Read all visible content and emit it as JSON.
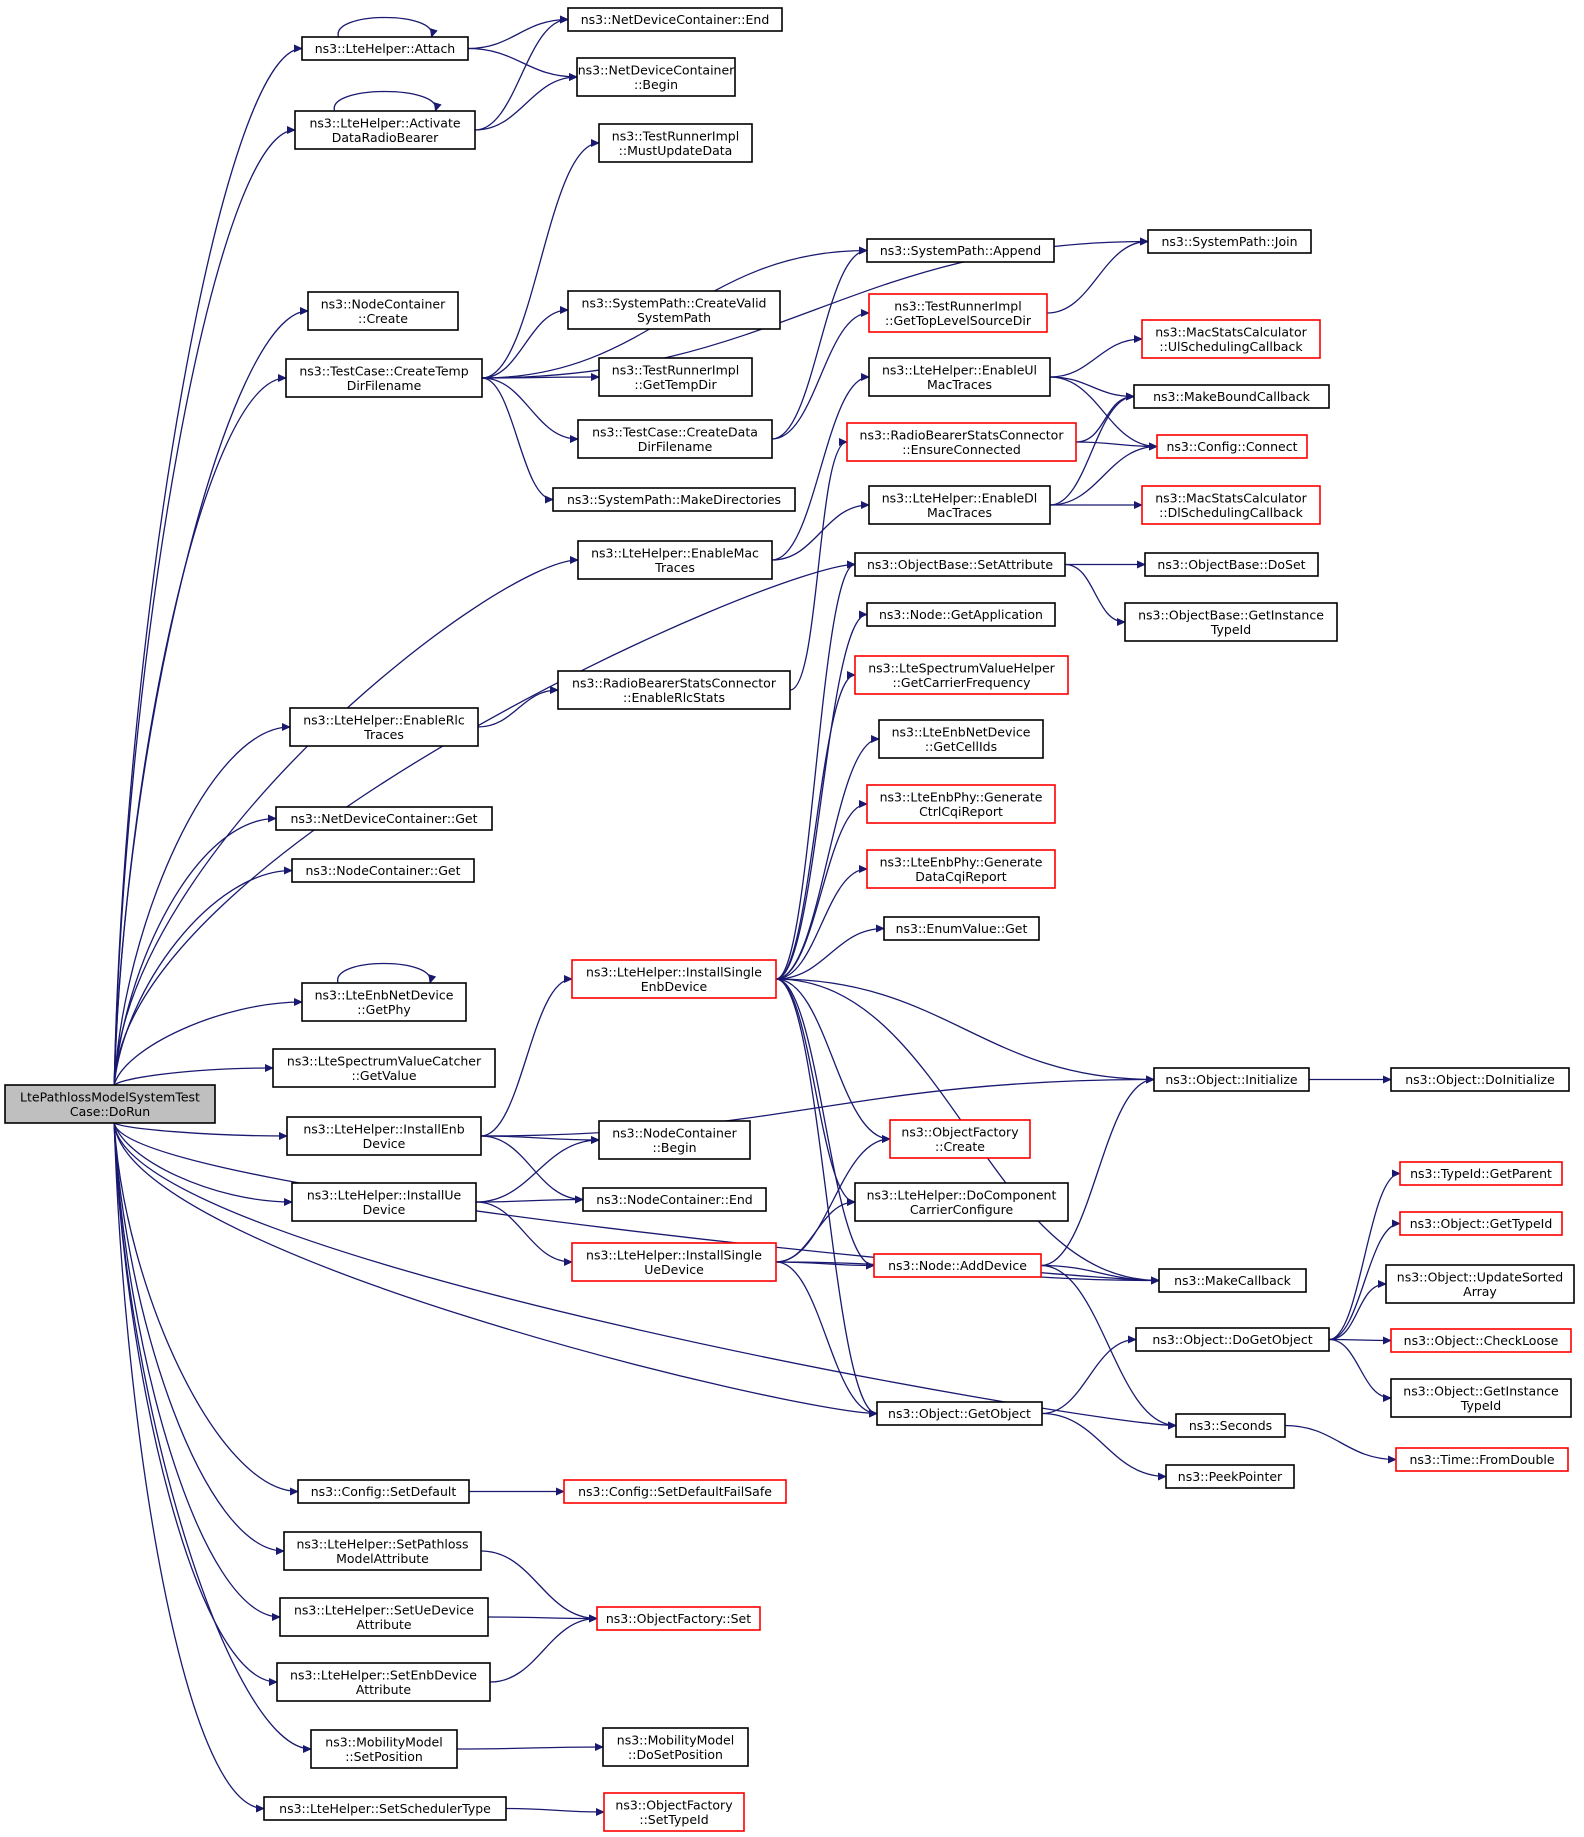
{
  "colors": {
    "edge": "#191970",
    "normal_border": "#000000",
    "partial_border": "#ff0000",
    "root_fill": "#bfbfbf"
  },
  "nodes": [
    {
      "id": "root",
      "lines": [
        "LtePathlossModelSystemTest",
        "Case::DoRun"
      ],
      "style": "root"
    },
    {
      "id": "attach",
      "lines": [
        "ns3::LteHelper::Attach"
      ],
      "style": "black"
    },
    {
      "id": "activate",
      "lines": [
        "ns3::LteHelper::Activate",
        "DataRadioBearer"
      ],
      "style": "black"
    },
    {
      "id": "ndc_end",
      "lines": [
        "ns3::NetDeviceContainer::End"
      ],
      "style": "black"
    },
    {
      "id": "ndc_begin",
      "lines": [
        "ns3::NetDeviceContainer",
        "::Begin"
      ],
      "style": "black"
    },
    {
      "id": "nc_create",
      "lines": [
        "ns3::NodeContainer",
        "::Create"
      ],
      "style": "black"
    },
    {
      "id": "createtemp",
      "lines": [
        "ns3::TestCase::CreateTemp",
        "DirFilename"
      ],
      "style": "black"
    },
    {
      "id": "mustupdate",
      "lines": [
        "ns3::TestRunnerImpl",
        "::MustUpdateData"
      ],
      "style": "black"
    },
    {
      "id": "sp_append",
      "lines": [
        "ns3::SystemPath::Append"
      ],
      "style": "black"
    },
    {
      "id": "sp_join",
      "lines": [
        "ns3::SystemPath::Join"
      ],
      "style": "black"
    },
    {
      "id": "sp_createvalid",
      "lines": [
        "ns3::SystemPath::CreateValid",
        "SystemPath"
      ],
      "style": "black"
    },
    {
      "id": "gettoplevel",
      "lines": [
        "ns3::TestRunnerImpl",
        "::GetTopLevelSourceDir"
      ],
      "style": "red"
    },
    {
      "id": "gettempdir",
      "lines": [
        "ns3::TestRunnerImpl",
        "::GetTempDir"
      ],
      "style": "black"
    },
    {
      "id": "createdata",
      "lines": [
        "ns3::TestCase::CreateData",
        "DirFilename"
      ],
      "style": "black"
    },
    {
      "id": "makedirs",
      "lines": [
        "ns3::SystemPath::MakeDirectories"
      ],
      "style": "black"
    },
    {
      "id": "enableul",
      "lines": [
        "ns3::LteHelper::EnableUl",
        "MacTraces"
      ],
      "style": "black"
    },
    {
      "id": "ulsched",
      "lines": [
        "ns3::MacStatsCalculator",
        "::UlSchedulingCallback"
      ],
      "style": "red"
    },
    {
      "id": "makebound",
      "lines": [
        "ns3::MakeBoundCallback"
      ],
      "style": "black"
    },
    {
      "id": "ensureconn",
      "lines": [
        "ns3::RadioBearerStatsConnector",
        "::EnsureConnected"
      ],
      "style": "red"
    },
    {
      "id": "cfg_connect",
      "lines": [
        "ns3::Config::Connect"
      ],
      "style": "red"
    },
    {
      "id": "enabledl",
      "lines": [
        "ns3::LteHelper::EnableDl",
        "MacTraces"
      ],
      "style": "black"
    },
    {
      "id": "dlsched",
      "lines": [
        "ns3::MacStatsCalculator",
        "::DlSchedulingCallback"
      ],
      "style": "red"
    },
    {
      "id": "enablemac",
      "lines": [
        "ns3::LteHelper::EnableMac",
        "Traces"
      ],
      "style": "black"
    },
    {
      "id": "setattr",
      "lines": [
        "ns3::ObjectBase::SetAttribute"
      ],
      "style": "black"
    },
    {
      "id": "doset",
      "lines": [
        "ns3::ObjectBase::DoSet"
      ],
      "style": "black"
    },
    {
      "id": "getinsttid_b",
      "lines": [
        "ns3::ObjectBase::GetInstance",
        "TypeId"
      ],
      "style": "black"
    },
    {
      "id": "getapp",
      "lines": [
        "ns3::Node::GetApplication"
      ],
      "style": "black"
    },
    {
      "id": "getcarrier",
      "lines": [
        "ns3::LteSpectrumValueHelper",
        "::GetCarrierFrequency"
      ],
      "style": "red"
    },
    {
      "id": "enablerlc",
      "lines": [
        "ns3::LteHelper::EnableRlc",
        "Traces"
      ],
      "style": "black"
    },
    {
      "id": "enablerlcstats",
      "lines": [
        "ns3::RadioBearerStatsConnector",
        "::EnableRlcStats"
      ],
      "style": "black"
    },
    {
      "id": "getcellids",
      "lines": [
        "ns3::LteEnbNetDevice",
        "::GetCellIds"
      ],
      "style": "black"
    },
    {
      "id": "ndc_get",
      "lines": [
        "ns3::NetDeviceContainer::Get"
      ],
      "style": "black"
    },
    {
      "id": "genctrl",
      "lines": [
        "ns3::LteEnbPhy::Generate",
        "CtrlCqiReport"
      ],
      "style": "red"
    },
    {
      "id": "nc_get",
      "lines": [
        "ns3::NodeContainer::Get"
      ],
      "style": "black"
    },
    {
      "id": "gendata",
      "lines": [
        "ns3::LteEnbPhy::Generate",
        "DataCqiReport"
      ],
      "style": "red"
    },
    {
      "id": "enumget",
      "lines": [
        "ns3::EnumValue::Get"
      ],
      "style": "black"
    },
    {
      "id": "installsingleenb",
      "lines": [
        "ns3::LteHelper::InstallSingle",
        "EnbDevice"
      ],
      "style": "red"
    },
    {
      "id": "getphy",
      "lines": [
        "ns3::LteEnbNetDevice",
        "::GetPhy"
      ],
      "style": "black"
    },
    {
      "id": "getvalue",
      "lines": [
        "ns3::LteSpectrumValueCatcher",
        "::GetValue"
      ],
      "style": "black"
    },
    {
      "id": "obj_init",
      "lines": [
        "ns3::Object::Initialize"
      ],
      "style": "black"
    },
    {
      "id": "obj_doinit",
      "lines": [
        "ns3::Object::DoInitialize"
      ],
      "style": "black"
    },
    {
      "id": "installenb",
      "lines": [
        "ns3::LteHelper::InstallEnb",
        "Device"
      ],
      "style": "black"
    },
    {
      "id": "nc_begin",
      "lines": [
        "ns3::NodeContainer",
        "::Begin"
      ],
      "style": "black"
    },
    {
      "id": "of_create",
      "lines": [
        "ns3::ObjectFactory",
        "::Create"
      ],
      "style": "red"
    },
    {
      "id": "tid_getparent",
      "lines": [
        "ns3::TypeId::GetParent"
      ],
      "style": "red"
    },
    {
      "id": "installue",
      "lines": [
        "ns3::LteHelper::InstallUe",
        "Device"
      ],
      "style": "black"
    },
    {
      "id": "nc_end",
      "lines": [
        "ns3::NodeContainer::End"
      ],
      "style": "black"
    },
    {
      "id": "docomp",
      "lines": [
        "ns3::LteHelper::DoComponent",
        "CarrierConfigure"
      ],
      "style": "black"
    },
    {
      "id": "obj_gettypeid",
      "lines": [
        "ns3::Object::GetTypeId"
      ],
      "style": "red"
    },
    {
      "id": "installsingleue",
      "lines": [
        "ns3::LteHelper::InstallSingle",
        "UeDevice"
      ],
      "style": "red"
    },
    {
      "id": "adddevice",
      "lines": [
        "ns3::Node::AddDevice"
      ],
      "style": "red"
    },
    {
      "id": "makecallback",
      "lines": [
        "ns3::MakeCallback"
      ],
      "style": "black"
    },
    {
      "id": "updatesorted",
      "lines": [
        "ns3::Object::UpdateSorted",
        "Array"
      ],
      "style": "black"
    },
    {
      "id": "dogetobject",
      "lines": [
        "ns3::Object::DoGetObject"
      ],
      "style": "black"
    },
    {
      "id": "checkloose",
      "lines": [
        "ns3::Object::CheckLoose"
      ],
      "style": "red"
    },
    {
      "id": "getinsttid_o",
      "lines": [
        "ns3::Object::GetInstance",
        "TypeId"
      ],
      "style": "black"
    },
    {
      "id": "getobject",
      "lines": [
        "ns3::Object::GetObject"
      ],
      "style": "black"
    },
    {
      "id": "seconds",
      "lines": [
        "ns3::Seconds"
      ],
      "style": "black"
    },
    {
      "id": "fromdouble",
      "lines": [
        "ns3::Time::FromDouble"
      ],
      "style": "red"
    },
    {
      "id": "peekpointer",
      "lines": [
        "ns3::PeekPointer"
      ],
      "style": "black"
    },
    {
      "id": "cfg_setdefault",
      "lines": [
        "ns3::Config::SetDefault"
      ],
      "style": "black"
    },
    {
      "id": "cfg_setdefaultfs",
      "lines": [
        "ns3::Config::SetDefaultFailSafe"
      ],
      "style": "red"
    },
    {
      "id": "setpathloss",
      "lines": [
        "ns3::LteHelper::SetPathloss",
        "ModelAttribute"
      ],
      "style": "black"
    },
    {
      "id": "setueattr",
      "lines": [
        "ns3::LteHelper::SetUeDevice",
        "Attribute"
      ],
      "style": "black"
    },
    {
      "id": "of_set",
      "lines": [
        "ns3::ObjectFactory::Set"
      ],
      "style": "red"
    },
    {
      "id": "setenbattr",
      "lines": [
        "ns3::LteHelper::SetEnbDevice",
        "Attribute"
      ],
      "style": "black"
    },
    {
      "id": "setposition",
      "lines": [
        "ns3::MobilityModel",
        "::SetPosition"
      ],
      "style": "black"
    },
    {
      "id": "dosetposition",
      "lines": [
        "ns3::MobilityModel",
        "::DoSetPosition"
      ],
      "style": "black"
    },
    {
      "id": "setsched",
      "lines": [
        "ns3::LteHelper::SetSchedulerType"
      ],
      "style": "black"
    },
    {
      "id": "of_settypeid",
      "lines": [
        "ns3::ObjectFactory",
        "::SetTypeId"
      ],
      "style": "red"
    }
  ],
  "edges": [
    [
      "root",
      "attach"
    ],
    [
      "root",
      "activate"
    ],
    [
      "root",
      "nc_create"
    ],
    [
      "root",
      "createtemp"
    ],
    [
      "root",
      "enablemac"
    ],
    [
      "root",
      "setattr"
    ],
    [
      "root",
      "enablerlc"
    ],
    [
      "root",
      "ndc_get"
    ],
    [
      "root",
      "nc_get"
    ],
    [
      "root",
      "getphy"
    ],
    [
      "root",
      "getvalue"
    ],
    [
      "root",
      "installenb"
    ],
    [
      "root",
      "installue"
    ],
    [
      "root",
      "makecallback"
    ],
    [
      "root",
      "getobject"
    ],
    [
      "root",
      "seconds"
    ],
    [
      "root",
      "cfg_setdefault"
    ],
    [
      "root",
      "setpathloss"
    ],
    [
      "root",
      "setueattr"
    ],
    [
      "root",
      "setenbattr"
    ],
    [
      "root",
      "setposition"
    ],
    [
      "root",
      "setsched"
    ],
    [
      "attach",
      "attach"
    ],
    [
      "attach",
      "ndc_end"
    ],
    [
      "attach",
      "ndc_begin"
    ],
    [
      "activate",
      "activate"
    ],
    [
      "activate",
      "ndc_end"
    ],
    [
      "activate",
      "ndc_begin"
    ],
    [
      "createtemp",
      "mustupdate"
    ],
    [
      "createtemp",
      "sp_join"
    ],
    [
      "createtemp",
      "sp_append"
    ],
    [
      "createtemp",
      "sp_createvalid"
    ],
    [
      "createtemp",
      "gettempdir"
    ],
    [
      "createtemp",
      "createdata"
    ],
    [
      "createtemp",
      "makedirs"
    ],
    [
      "createdata",
      "sp_append"
    ],
    [
      "createdata",
      "gettoplevel"
    ],
    [
      "gettoplevel",
      "sp_join"
    ],
    [
      "enablemac",
      "enableul"
    ],
    [
      "enablemac",
      "enabledl"
    ],
    [
      "enableul",
      "ulsched"
    ],
    [
      "enableul",
      "makebound"
    ],
    [
      "enableul",
      "cfg_connect"
    ],
    [
      "enabledl",
      "makebound"
    ],
    [
      "enabledl",
      "cfg_connect"
    ],
    [
      "enabledl",
      "dlsched"
    ],
    [
      "ensureconn",
      "cfg_connect"
    ],
    [
      "ensureconn",
      "makebound"
    ],
    [
      "enablerlc",
      "enablerlcstats"
    ],
    [
      "enablerlcstats",
      "ensureconn"
    ],
    [
      "setattr",
      "doset"
    ],
    [
      "setattr",
      "getinsttid_b"
    ],
    [
      "getphy",
      "getphy"
    ],
    [
      "installenb",
      "installsingleenb"
    ],
    [
      "installenb",
      "obj_init"
    ],
    [
      "installenb",
      "nc_begin"
    ],
    [
      "installenb",
      "nc_end"
    ],
    [
      "installue",
      "nc_begin"
    ],
    [
      "installue",
      "nc_end"
    ],
    [
      "installue",
      "installsingleue"
    ],
    [
      "installsingleenb",
      "setattr"
    ],
    [
      "installsingleenb",
      "getapp"
    ],
    [
      "installsingleenb",
      "getcarrier"
    ],
    [
      "installsingleenb",
      "getcellids"
    ],
    [
      "installsingleenb",
      "genctrl"
    ],
    [
      "installsingleenb",
      "gendata"
    ],
    [
      "installsingleenb",
      "enumget"
    ],
    [
      "installsingleenb",
      "obj_init"
    ],
    [
      "installsingleenb",
      "of_create"
    ],
    [
      "installsingleenb",
      "docomp"
    ],
    [
      "installsingleenb",
      "adddevice"
    ],
    [
      "installsingleenb",
      "makecallback"
    ],
    [
      "installsingleenb",
      "getobject"
    ],
    [
      "installsingleue",
      "of_create"
    ],
    [
      "installsingleue",
      "docomp"
    ],
    [
      "installsingleue",
      "adddevice"
    ],
    [
      "installsingleue",
      "makecallback"
    ],
    [
      "installsingleue",
      "getobject"
    ],
    [
      "adddevice",
      "obj_init"
    ],
    [
      "adddevice",
      "makecallback"
    ],
    [
      "adddevice",
      "seconds"
    ],
    [
      "obj_init",
      "obj_doinit"
    ],
    [
      "getobject",
      "dogetobject"
    ],
    [
      "getobject",
      "peekpointer"
    ],
    [
      "dogetobject",
      "tid_getparent"
    ],
    [
      "dogetobject",
      "obj_gettypeid"
    ],
    [
      "dogetobject",
      "updatesorted"
    ],
    [
      "dogetobject",
      "checkloose"
    ],
    [
      "dogetobject",
      "getinsttid_o"
    ],
    [
      "seconds",
      "fromdouble"
    ],
    [
      "cfg_setdefault",
      "cfg_setdefaultfs"
    ],
    [
      "setpathloss",
      "of_set"
    ],
    [
      "setueattr",
      "of_set"
    ],
    [
      "setenbattr",
      "of_set"
    ],
    [
      "setposition",
      "dosetposition"
    ],
    [
      "setsched",
      "of_settypeid"
    ]
  ]
}
